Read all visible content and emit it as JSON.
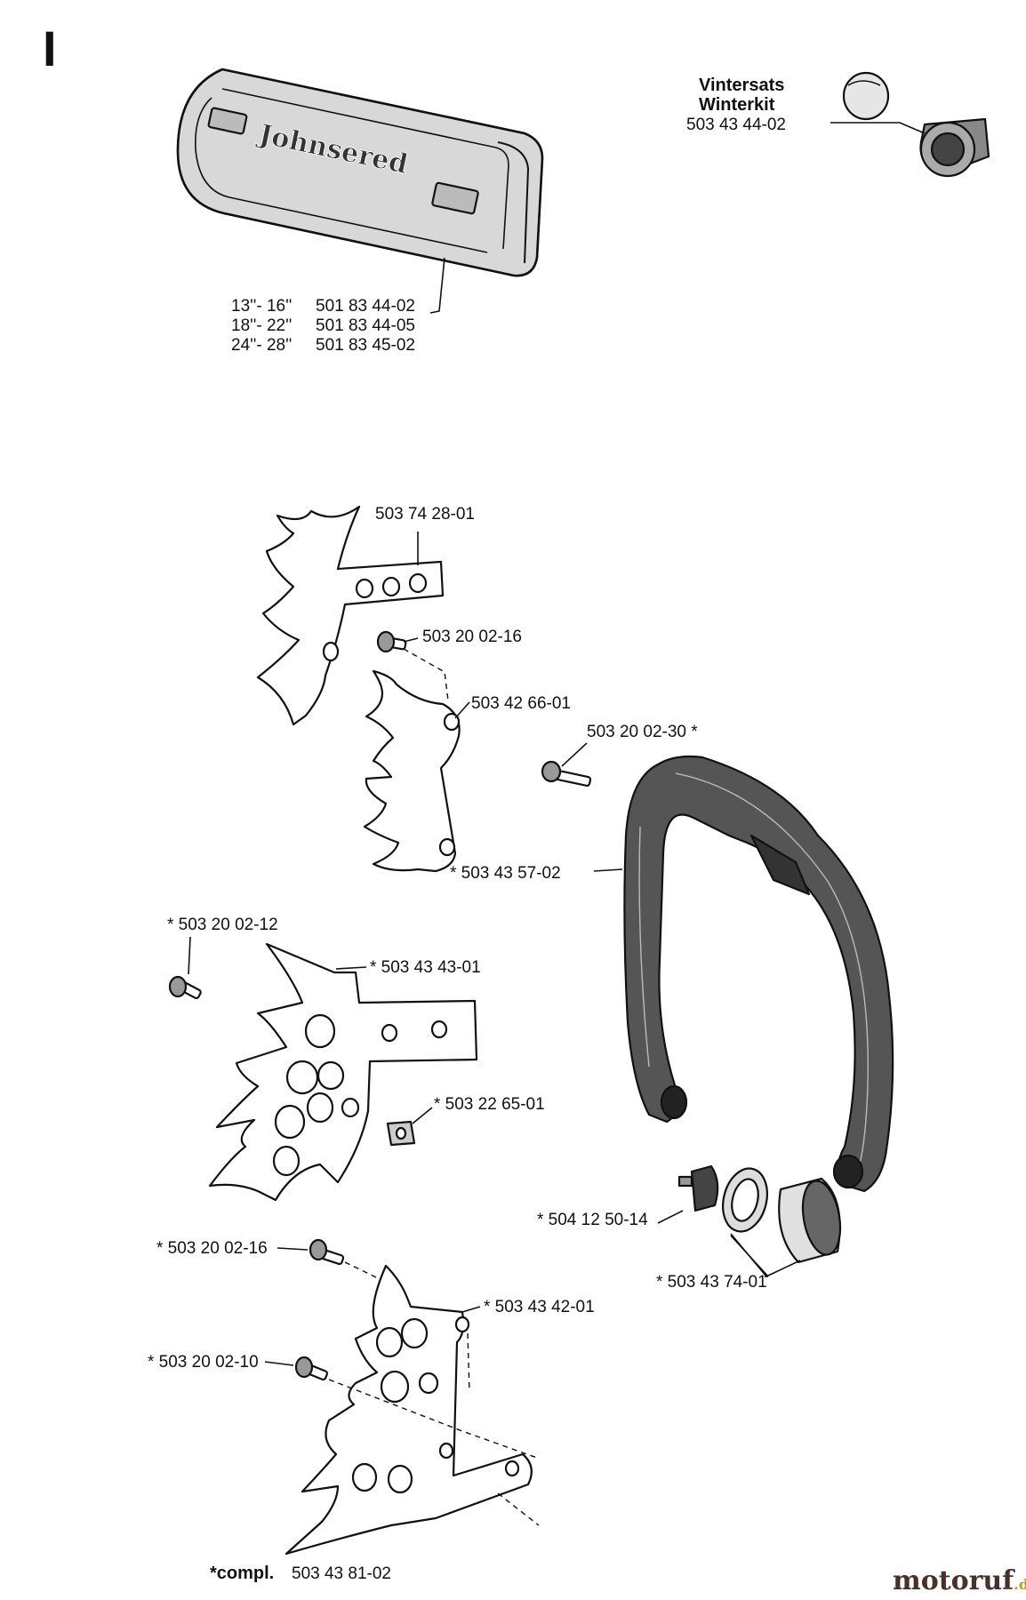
{
  "page": {
    "section_marker": "I",
    "brand_logo": {
      "text": "Johnsered"
    },
    "watermark": {
      "main": "motoruf",
      "suffix": ".de",
      "color_main": "#4a2f2a",
      "color_accent": "#c4a000"
    }
  },
  "winter_kit": {
    "title_1": "Vintersats",
    "title_2": "Winterkit",
    "part_no": "503 43 44-02"
  },
  "bar_cover": {
    "sizes": [
      {
        "size": "13''- 16''",
        "part_no": "501 83 44-02"
      },
      {
        "size": "18''- 22''",
        "part_no": "501 83 44-05"
      },
      {
        "size": "24''- 28''",
        "part_no": "501 83 45-02"
      }
    ]
  },
  "labels": {
    "spike_top": "503 74 28-01",
    "screw_top": "503 20 02-16",
    "spike_inner": "503 42 66-01",
    "screw_handle": "503 20 02-30 *",
    "handle": "* 503 43 57-02",
    "screw_mid": "* 503 20 02-12",
    "spike_mid": "* 503 43 43-01",
    "nut_square": "* 503 22 65-01",
    "damper": "* 504 12 50-14",
    "sleeve": "* 503 43 74-01",
    "screw_low_1": "* 503 20 02-16",
    "spike_low": "* 503 43 42-01",
    "screw_low_2": "* 503 20 02-10"
  },
  "footer": {
    "compl_label": "*compl.",
    "compl_part_no": "503 43 81-02"
  }
}
